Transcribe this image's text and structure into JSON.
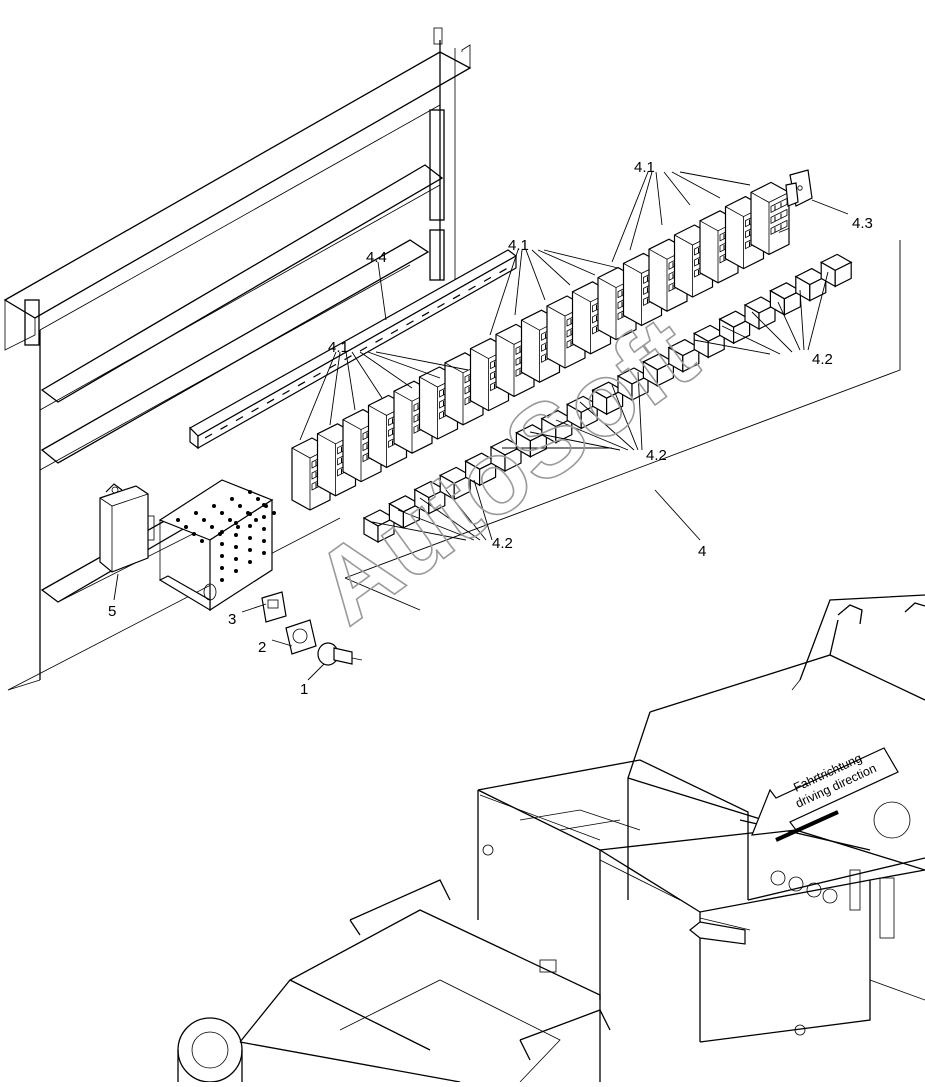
{
  "labels": {
    "l_4_1_top": "4.1",
    "l_4_1_mid": "4.1",
    "l_4_1_left": "4.1",
    "l_4_3": "4.3",
    "l_4_4": "4.4",
    "l_4_2_right": "4.2",
    "l_4_2_mid": "4.2",
    "l_4_2_low": "4.2",
    "l_4": "4",
    "l_5": "5",
    "l_3": "3",
    "l_2": "2",
    "l_1": "1"
  },
  "direction_arrow": {
    "line1": "Fahrtrichtung",
    "line2": "driving direction"
  },
  "watermark": {
    "text": "AutoSoft"
  }
}
